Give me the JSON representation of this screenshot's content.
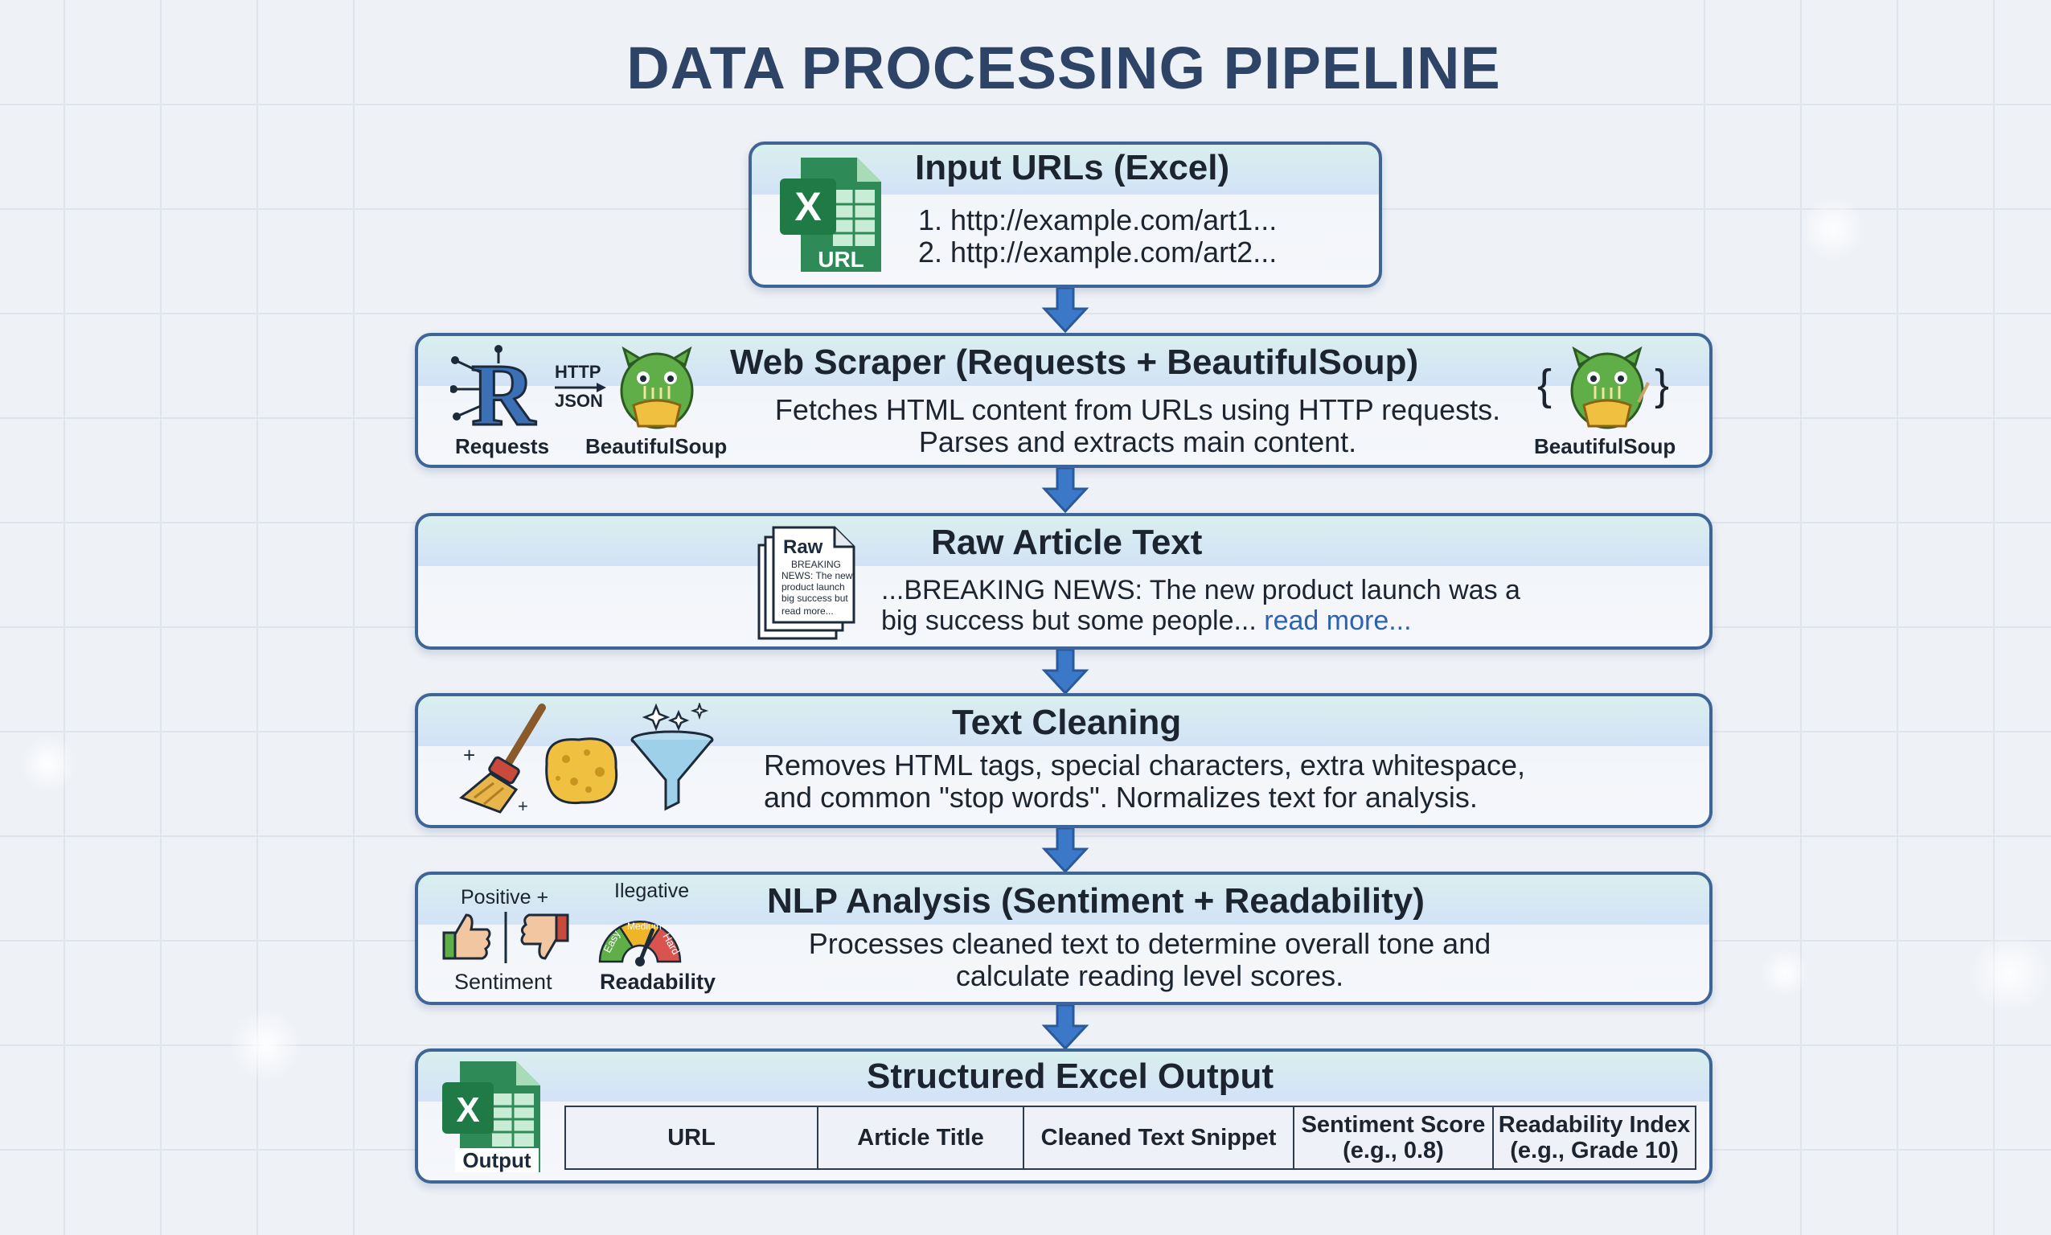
{
  "title": "DATA PROCESSING PIPELINE",
  "colors": {
    "border": "#3f6496",
    "arrow": "#3b78c8",
    "excel_green": "#1f7a45",
    "soup_green": "#5fae48",
    "link_blue": "#2d62b0",
    "title_color": "#2e4466"
  },
  "steps": [
    {
      "title": "Input URLs (Excel)",
      "lines": [
        "1. http://example.com/art1...",
        "2. http://example.com/art2..."
      ],
      "icon": {
        "name": "excel-url-icon",
        "letter": "X",
        "label": "URL"
      }
    },
    {
      "title": "Web Scraper (Requests + BeautifulSoup)",
      "lines": [
        "Fetches HTML content from URLs using HTTP requests.",
        "Parses and extracts main content."
      ],
      "icons": {
        "requests_letter": "R",
        "requests_label": "Requests",
        "http_label": "HTTP",
        "json_label": "JSON",
        "soup_label": "BeautifulSoup",
        "brace_open": "{",
        "brace_close": "}",
        "soup_label_right": "BeautifulSoup"
      }
    },
    {
      "title": "Raw Article Text",
      "lines": [
        "...BREAKING NEWS: The new product launch was a",
        "big success but some people..."
      ],
      "link": "read more...",
      "icon": {
        "name": "raw-document-icon",
        "label": "Raw",
        "line1": "BREAKING",
        "line2": "NEWS: The new",
        "line3": "product launch",
        "line4": "big success but",
        "line5": "read more..."
      }
    },
    {
      "title": "Text Cleaning",
      "lines": [
        "Removes HTML tags, special characters, extra whitespace,",
        "and common \"stop words\". Normalizes text for analysis."
      ],
      "icons": [
        "broom-icon",
        "sponge-icon",
        "funnel-icon"
      ]
    },
    {
      "title": "NLP Analysis (Sentiment + Readability)",
      "lines": [
        "Processes cleaned text to determine overall tone and",
        "calculate reading level scores."
      ],
      "icons": {
        "positive_label": "Positive +",
        "negative_label": "Ilegative",
        "sentiment_label": "Sentiment",
        "readability_label": "Readability",
        "gauge_easy": "Easy",
        "gauge_medium": "Medium",
        "gauge_hard": "Hard",
        "readability_level": 0.62
      }
    },
    {
      "title": "Structured Excel Output",
      "icon": {
        "name": "excel-output-icon",
        "letter": "X",
        "label": "Output"
      },
      "columns": [
        {
          "line1": "URL",
          "line2": ""
        },
        {
          "line1": "Article Title",
          "line2": ""
        },
        {
          "line1": "Cleaned Text Snippet",
          "line2": ""
        },
        {
          "line1": "Sentiment Score",
          "line2": "(e.g., 0.8)"
        },
        {
          "line1": "Readability Index",
          "line2": "(e.g., Grade 10)"
        }
      ]
    }
  ]
}
